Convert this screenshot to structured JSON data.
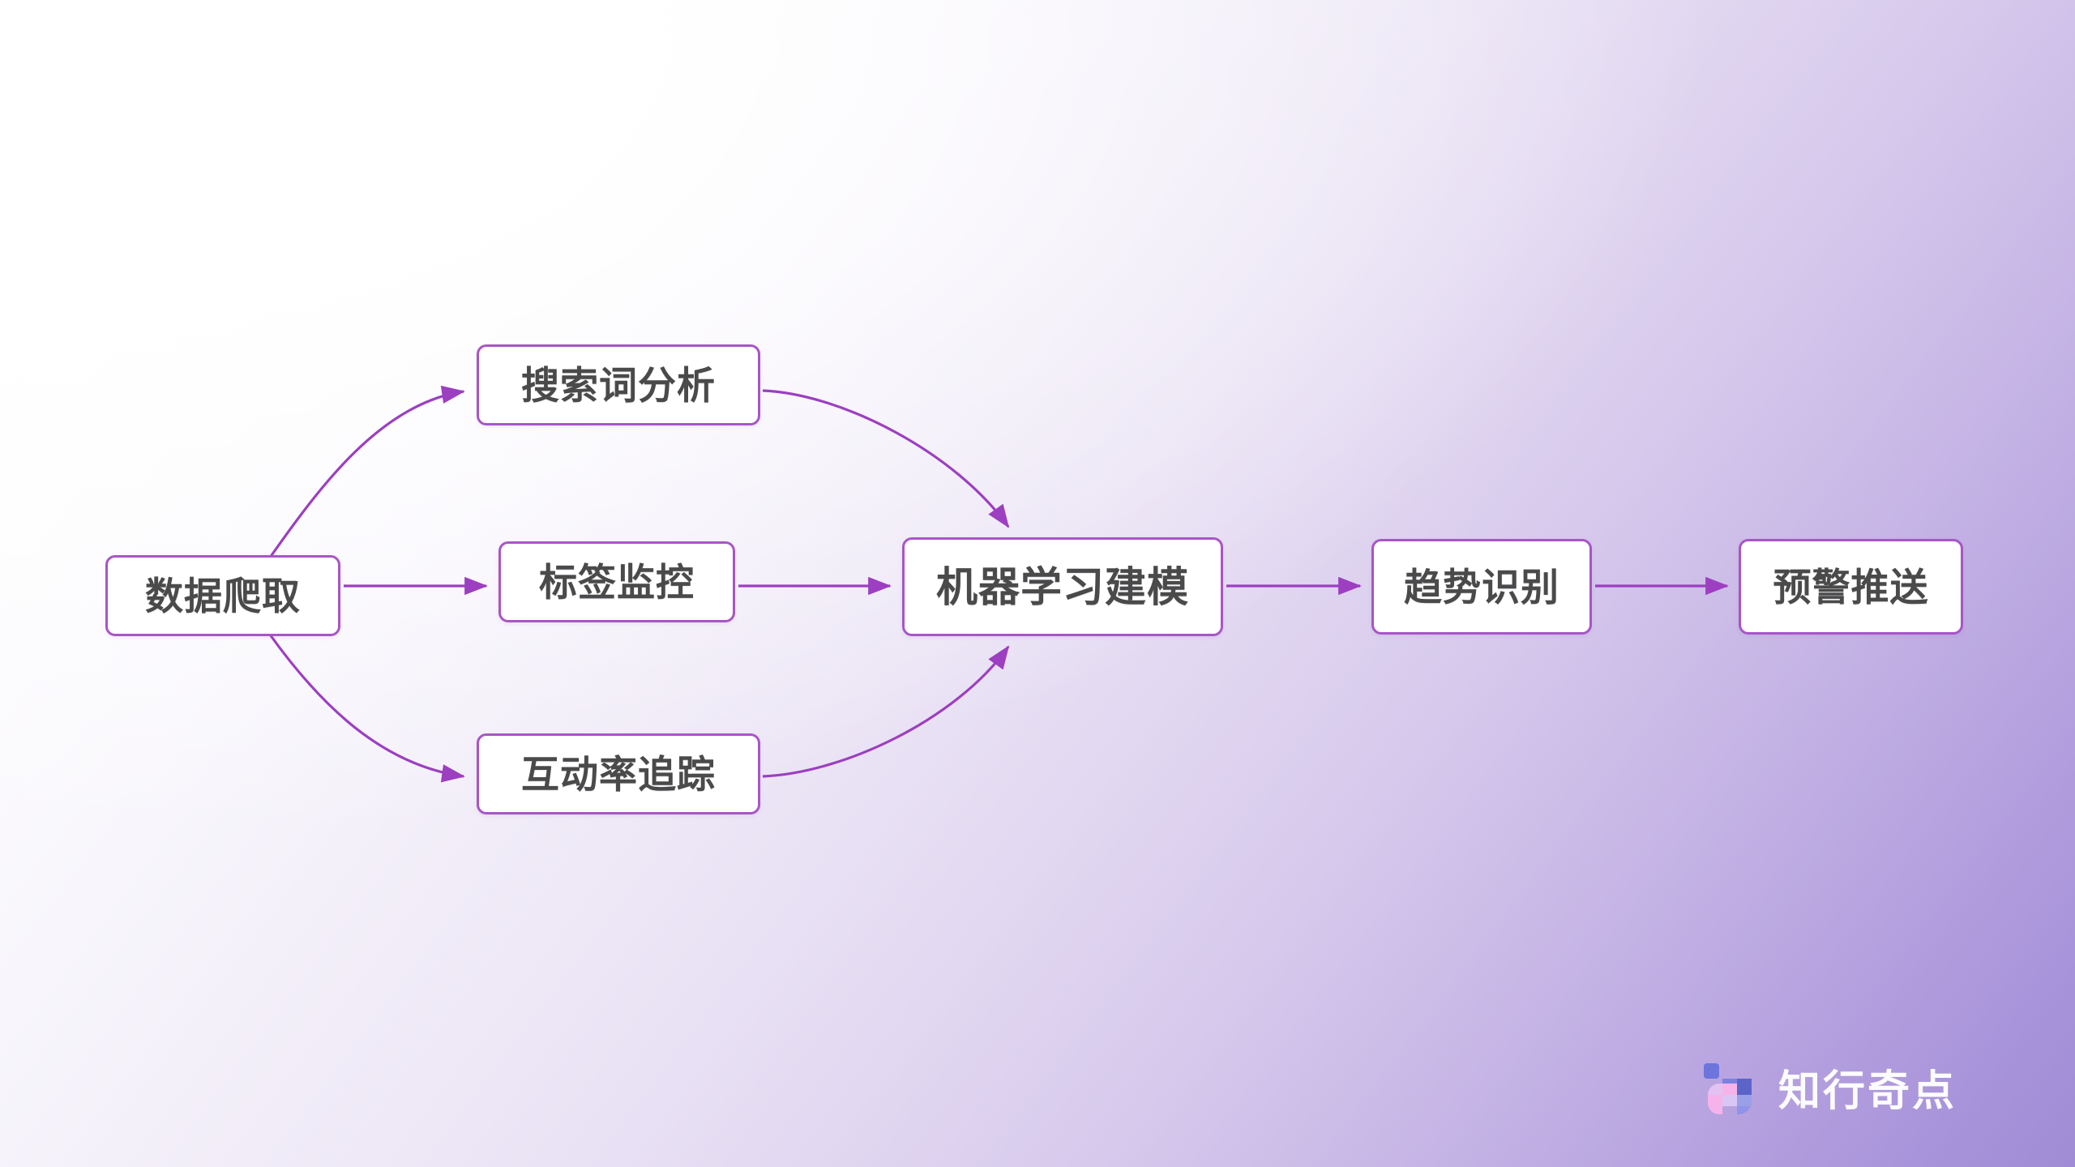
{
  "diagram": {
    "type": "flowchart",
    "orientation": "left-to-right",
    "title": "",
    "accent_color": "#a855c7",
    "node_fill": "#ffffff",
    "text_color": "#4a4a4a",
    "background_gradient": [
      "#ffffff",
      "#a08cd6"
    ],
    "nodes": [
      {
        "id": "crawl",
        "label": "数据爬取"
      },
      {
        "id": "search",
        "label": "搜索词分析"
      },
      {
        "id": "tag",
        "label": "标签监控"
      },
      {
        "id": "engage",
        "label": "互动率追踪"
      },
      {
        "id": "ml",
        "label": "机器学习建模"
      },
      {
        "id": "trend",
        "label": "趋势识别"
      },
      {
        "id": "alert",
        "label": "预警推送"
      }
    ],
    "edges": [
      {
        "from": "crawl",
        "to": "search",
        "style": "curved",
        "arrow": true
      },
      {
        "from": "crawl",
        "to": "tag",
        "style": "straight",
        "arrow": true
      },
      {
        "from": "crawl",
        "to": "engage",
        "style": "curved",
        "arrow": true
      },
      {
        "from": "search",
        "to": "ml",
        "style": "curved",
        "arrow": true
      },
      {
        "from": "tag",
        "to": "ml",
        "style": "straight",
        "arrow": true
      },
      {
        "from": "engage",
        "to": "ml",
        "style": "curved",
        "arrow": true
      },
      {
        "from": "ml",
        "to": "trend",
        "style": "straight",
        "arrow": true
      },
      {
        "from": "trend",
        "to": "alert",
        "style": "straight",
        "arrow": true
      }
    ]
  },
  "watermark": {
    "text": "知行奇点",
    "logo_icon": "pixel-grid-logo-icon",
    "logo_colors": [
      "#6b6fd4",
      "#7b7fe0",
      "#4f56b8",
      "#e8c4f5",
      "#f7b6e8",
      "#d9c5f5",
      "#9aa0e8"
    ]
  }
}
